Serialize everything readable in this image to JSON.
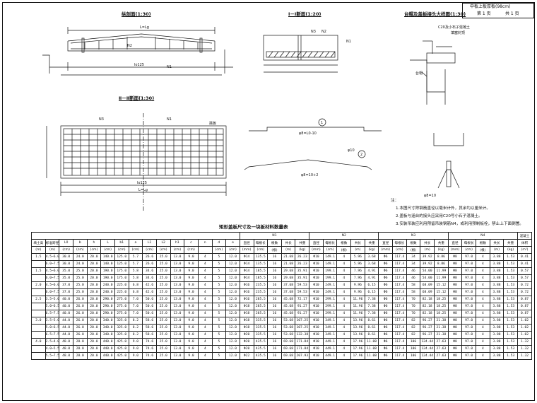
{
  "title_block": {
    "name": "中板上板厚板(98cm)",
    "sheet_no": "第 1 页",
    "sheet_total": "共 1 页"
  },
  "views": {
    "elevation": "纵剖面(1:30)",
    "section_1": "Ⅰ－Ⅰ断面(1:20)",
    "section_2": "Ⅱ－Ⅱ断面(1:30)",
    "detail": "台帽及盖板接头大样图(1:30)"
  },
  "labels": {
    "L": "L=Lg",
    "lo": "L0",
    "lj": "lo125",
    "n1": "N1",
    "n2": "N2",
    "n3": "N3",
    "ab": "搭板",
    "zero5": "0.5",
    "c20": "C20及小石子混凝土",
    "c20b": "填塞封顶",
    "cap": "台帽",
    "bar1": "φ8=L0-10",
    "bar2": "φ8=10+2",
    "bar3": "φ10",
    "bar4": "φ8=10"
  },
  "notes": [
    "注：",
    "1.本图尺寸除钢筋直径以毫米计外，其余均以厘米计。",
    "2.盖板与涵台的接头应采用C20号小石子混凝土。",
    "3.安装吊装应利用预留吊装钢筋N4，或利用预制板栓，禁止上下面倒置。"
  ],
  "table": {
    "caption": "矩形盖板尺寸及一块板材料数量表",
    "groups": [
      "N1",
      "N2",
      "N3",
      "N4",
      "混凝土"
    ],
    "header1": [
      "填土高",
      "标准跨径",
      "L0",
      "b",
      "h",
      "L",
      "b1",
      "a",
      "L1",
      "L2",
      "h1",
      "c",
      "n",
      "d",
      "e",
      "直径",
      "每根长",
      "根数",
      "共长",
      "共重",
      "直径",
      "每根长",
      "根数",
      "共长",
      "共重",
      "直径",
      "每根长",
      "根数",
      "共长",
      "共重",
      "直径",
      "每根长",
      "根数",
      "共长",
      "共重",
      "体积"
    ],
    "units": [
      "(m)",
      "(m)",
      "(cm)",
      "(cm)",
      "(cm)",
      "(cm)",
      "(cm)",
      "(cm)",
      "(cm)",
      "(cm)",
      "(cm)",
      "(cm)",
      "",
      "(cm)",
      "(cm)",
      "(mm)",
      "(cm)",
      "(根)",
      "(m)",
      "(kg)",
      "(mm)",
      "(cm)",
      "(根)",
      "(m)",
      "(kg)",
      "(mm)",
      "(cm)",
      "(根)",
      "(m)",
      "(kg)",
      "(mm)",
      "(cm)",
      "(根)",
      "(m)",
      "(kg)",
      "(m³)"
    ],
    "rows": [
      [
        "1.5",
        "4.5~6.0",
        "30.0",
        "24.0",
        "20.0",
        "140.0",
        "125.0",
        "5.7",
        "26.6",
        "25.0",
        "13.0",
        "9.0",
        "4",
        "5",
        "12.0",
        "Φ14",
        "135.5",
        "16",
        "21.68",
        "26.23",
        "Φ10",
        "149.1",
        "4",
        "5.96",
        "3.68",
        "Φ6",
        "117.4",
        "34",
        "39.92",
        "8.86",
        "Φ8",
        "97.0",
        "4",
        "3.88",
        "1.53",
        "0.41"
      ],
      [
        "",
        "6.0~7.5",
        "30.0",
        "24.0",
        "20.0",
        "140.0",
        "125.0",
        "5.7",
        "26.6",
        "25.0",
        "13.0",
        "9.0",
        "4",
        "5",
        "12.0",
        "Φ14",
        "135.5",
        "16",
        "21.68",
        "26.23",
        "Φ10",
        "149.1",
        "4",
        "5.96",
        "3.68",
        "Φ6",
        "117.4",
        "34",
        "39.92",
        "8.86",
        "Φ8",
        "97.0",
        "4",
        "3.88",
        "1.53",
        "0.41"
      ],
      [
        "1.5",
        "4.5~6.0",
        "35.0",
        "25.0",
        "20.0",
        "190.0",
        "175.0",
        "5.8",
        "34.6",
        "25.0",
        "13.0",
        "9.0",
        "4",
        "5",
        "12.0",
        "Φ14",
        "185.5",
        "16",
        "29.68",
        "35.91",
        "Φ10",
        "199.1",
        "4",
        "7.96",
        "4.91",
        "Φ6",
        "117.4",
        "46",
        "54.00",
        "11.99",
        "Φ8",
        "97.0",
        "4",
        "3.88",
        "1.53",
        "0.57"
      ],
      [
        "",
        "6.0~7.5",
        "35.0",
        "25.0",
        "20.0",
        "190.0",
        "175.0",
        "5.8",
        "34.6",
        "25.0",
        "13.0",
        "9.0",
        "4",
        "5",
        "12.0",
        "Φ14",
        "185.5",
        "16",
        "29.68",
        "35.91",
        "Φ10",
        "199.1",
        "4",
        "7.96",
        "4.91",
        "Φ6",
        "117.4",
        "46",
        "54.00",
        "11.99",
        "Φ8",
        "97.0",
        "4",
        "3.88",
        "1.53",
        "0.57"
      ],
      [
        "2.0",
        "4.5~6.0",
        "37.0",
        "25.0",
        "20.0",
        "240.0",
        "225.0",
        "6.8",
        "42.6",
        "25.0",
        "13.0",
        "9.0",
        "4",
        "5",
        "12.0",
        "Φ16",
        "235.5",
        "16",
        "37.68",
        "59.53",
        "Φ10",
        "249.1",
        "4",
        "9.96",
        "6.15",
        "Φ6",
        "117.4",
        "58",
        "68.09",
        "15.12",
        "Φ8",
        "97.0",
        "4",
        "3.88",
        "1.53",
        "0.72"
      ],
      [
        "",
        "6.0~7.5",
        "37.0",
        "25.0",
        "20.0",
        "240.0",
        "225.0",
        "6.8",
        "42.6",
        "25.0",
        "13.0",
        "9.0",
        "4",
        "5",
        "12.0",
        "Φ16",
        "235.5",
        "16",
        "37.68",
        "59.53",
        "Φ10",
        "249.1",
        "4",
        "9.96",
        "6.15",
        "Φ6",
        "117.4",
        "58",
        "68.09",
        "15.12",
        "Φ8",
        "97.0",
        "4",
        "3.88",
        "1.53",
        "0.72"
      ],
      [
        "2.5",
        "3.5~5.0",
        "40.0",
        "26.0",
        "20.0",
        "290.0",
        "275.0",
        "7.0",
        "50.6",
        "25.0",
        "13.0",
        "9.0",
        "4",
        "5",
        "12.0",
        "Φ16",
        "285.5",
        "16",
        "45.68",
        "72.17",
        "Φ10",
        "299.1",
        "4",
        "11.96",
        "7.38",
        "Φ6",
        "117.4",
        "70",
        "82.18",
        "18.25",
        "Φ8",
        "97.0",
        "4",
        "3.88",
        "1.53",
        "0.87"
      ],
      [
        "",
        "5.0~6.5",
        "40.0",
        "26.0",
        "20.0",
        "290.0",
        "275.0",
        "7.0",
        "50.6",
        "25.0",
        "13.0",
        "9.0",
        "4",
        "5",
        "12.0",
        "Φ18",
        "285.5",
        "16",
        "45.68",
        "91.27",
        "Φ10",
        "299.1",
        "4",
        "11.96",
        "7.38",
        "Φ6",
        "117.4",
        "70",
        "82.18",
        "18.25",
        "Φ8",
        "97.0",
        "4",
        "3.88",
        "1.53",
        "0.87"
      ],
      [
        "",
        "6.5~7.5",
        "40.0",
        "26.0",
        "20.0",
        "290.0",
        "275.0",
        "7.0",
        "50.6",
        "25.0",
        "13.0",
        "9.0",
        "4",
        "5",
        "12.0",
        "Φ18",
        "285.5",
        "16",
        "45.68",
        "91.27",
        "Φ10",
        "299.1",
        "4",
        "11.96",
        "7.38",
        "Φ6",
        "117.4",
        "70",
        "82.18",
        "18.25",
        "Φ8",
        "97.0",
        "4",
        "3.88",
        "1.53",
        "0.87"
      ],
      [
        "3.0",
        "3.5~5.0",
        "44.0",
        "26.0",
        "20.0",
        "340.0",
        "325.0",
        "8.2",
        "58.6",
        "25.0",
        "13.0",
        "9.0",
        "4",
        "5",
        "12.0",
        "Φ18",
        "335.5",
        "16",
        "53.68",
        "107.25",
        "Φ10",
        "349.1",
        "4",
        "13.96",
        "8.61",
        "Φ6",
        "117.4",
        "82",
        "96.27",
        "21.38",
        "Φ8",
        "97.0",
        "4",
        "3.88",
        "1.53",
        "1.02"
      ],
      [
        "",
        "5.0~6.5",
        "44.0",
        "26.0",
        "20.0",
        "340.0",
        "325.0",
        "8.2",
        "58.6",
        "25.0",
        "13.0",
        "9.0",
        "4",
        "5",
        "12.0",
        "Φ18",
        "335.5",
        "16",
        "53.68",
        "107.25",
        "Φ10",
        "349.1",
        "4",
        "13.96",
        "8.61",
        "Φ6",
        "117.4",
        "82",
        "96.27",
        "21.38",
        "Φ8",
        "97.0",
        "4",
        "3.88",
        "1.53",
        "1.02"
      ],
      [
        "",
        "6.5~7.5",
        "44.0",
        "26.0",
        "20.0",
        "340.0",
        "325.0",
        "8.2",
        "58.6",
        "25.0",
        "13.0",
        "9.0",
        "4",
        "5",
        "12.0",
        "Φ20",
        "335.5",
        "16",
        "53.68",
        "132.38",
        "Φ10",
        "349.1",
        "4",
        "13.96",
        "8.61",
        "Φ6",
        "117.4",
        "82",
        "96.27",
        "21.38",
        "Φ8",
        "97.0",
        "4",
        "3.88",
        "1.53",
        "1.02"
      ],
      [
        "4.0",
        "2.5~4.0",
        "48.0",
        "28.0",
        "20.0",
        "440.0",
        "425.0",
        "9.0",
        "74.6",
        "25.0",
        "13.0",
        "9.0",
        "4",
        "5",
        "12.0",
        "Φ20",
        "435.5",
        "16",
        "69.68",
        "171.84",
        "Φ10",
        "449.1",
        "4",
        "17.96",
        "11.08",
        "Φ6",
        "117.4",
        "106",
        "124.44",
        "27.63",
        "Φ8",
        "97.0",
        "4",
        "3.88",
        "1.53",
        "1.32"
      ],
      [
        "",
        "4.0~5.5",
        "48.0",
        "28.0",
        "20.0",
        "440.0",
        "425.0",
        "9.0",
        "74.6",
        "25.0",
        "13.0",
        "9.0",
        "4",
        "5",
        "12.0",
        "Φ20",
        "435.5",
        "16",
        "69.68",
        "171.84",
        "Φ10",
        "449.1",
        "4",
        "17.96",
        "11.08",
        "Φ6",
        "117.4",
        "106",
        "124.44",
        "27.63",
        "Φ8",
        "97.0",
        "4",
        "3.88",
        "1.53",
        "1.32"
      ],
      [
        "",
        "5.5~7.5",
        "48.0",
        "28.0",
        "20.0",
        "440.0",
        "425.0",
        "9.0",
        "74.6",
        "25.0",
        "13.0",
        "9.0",
        "4",
        "5",
        "12.0",
        "Φ22",
        "435.5",
        "16",
        "69.68",
        "207.93",
        "Φ10",
        "449.1",
        "4",
        "17.96",
        "11.08",
        "Φ6",
        "117.4",
        "106",
        "124.44",
        "27.63",
        "Φ8",
        "97.0",
        "4",
        "3.88",
        "1.53",
        "1.32"
      ]
    ]
  }
}
